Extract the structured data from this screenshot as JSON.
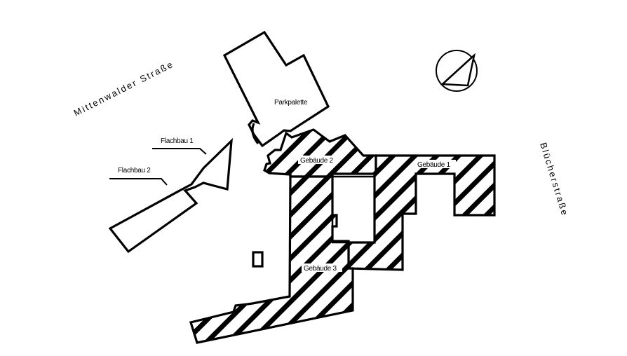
{
  "streets": {
    "top_left": "Mittenwalder Straße",
    "right": "Blücherstraße"
  },
  "buildings": {
    "parkpalette": "Parkpalette",
    "flachbau1": "Flachbau 1",
    "flachbau2": "Flachbau 2",
    "gebaeude1": "Gebäude 1",
    "gebaeude2": "Gebäude 2",
    "gebaeude3": "Gebäude 3"
  },
  "icons": {
    "north_arrow": "north-arrow-icon"
  }
}
